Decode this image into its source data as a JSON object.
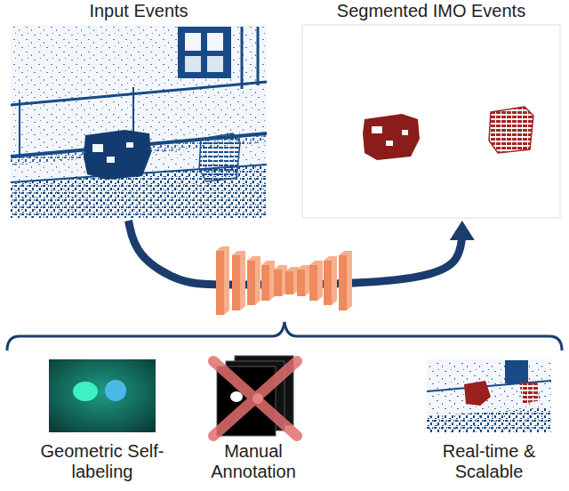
{
  "diagram": {
    "nodes": [
      {
        "text": [
          "Input Events"
        ]
      },
      {
        "text": [
          "Segmented IMO Events"
        ]
      },
      {
        "text": [
          "Geometric Self-labeling"
        ]
      },
      {
        "text": [
          "Manual Annotation"
        ]
      },
      {
        "text": [
          "Real-time & Scalable"
        ]
      }
    ],
    "edges": [
      {
        "from": 0,
        "to": 1,
        "arrow": "to"
      }
    ]
  }
}
